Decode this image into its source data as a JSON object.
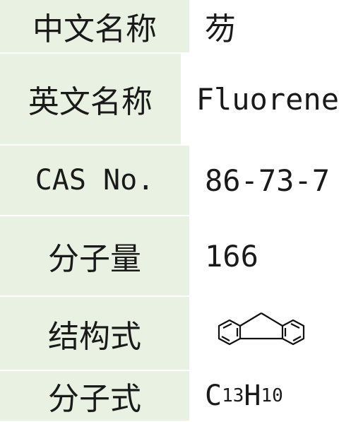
{
  "rows": [
    {
      "label": "中文名称",
      "value": "芴"
    },
    {
      "label": "英文名称",
      "value": "Fluorene"
    },
    {
      "label": "CAS No.",
      "value": "86-73-7"
    },
    {
      "label": "分子量",
      "value": "166"
    },
    {
      "label": "结构式",
      "value_icon": "fluorene-structure-icon"
    },
    {
      "label": "分子式",
      "formula": {
        "c": "C",
        "c_sub": "13",
        "h": "H",
        "h_sub": "10"
      }
    }
  ]
}
